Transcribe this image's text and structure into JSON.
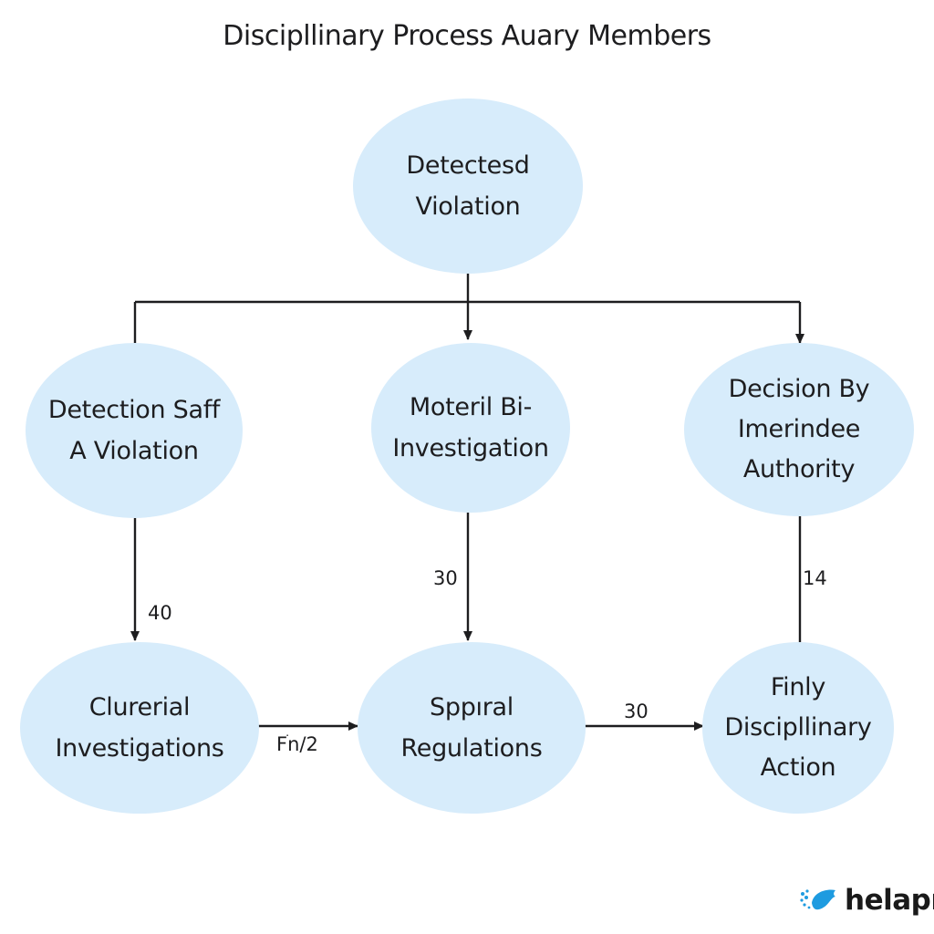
{
  "title": "Discipllinary Process Auary Members",
  "nodes": {
    "detected_violation": {
      "lines": [
        "Detectesd",
        "Violation"
      ]
    },
    "detection_staff": {
      "lines": [
        "Detection Saff",
        "A Violation"
      ]
    },
    "moteril_investigation": {
      "lines": [
        "Moteril Bi-",
        "Investigation"
      ]
    },
    "decision_authority": {
      "lines": [
        "Decision By",
        "Imerindee",
        "Authority"
      ]
    },
    "clurerial_investigations": {
      "lines": [
        "Clurerial",
        "Investigations"
      ]
    },
    "spprial_regulations": {
      "lines": [
        "Sppıral",
        "Regulations"
      ]
    },
    "finly_action": {
      "lines": [
        "Finly",
        "Discipllinary",
        "Action"
      ]
    }
  },
  "edge_labels": {
    "left_down": "40",
    "center_down": "30",
    "right_up": "14",
    "bottom_left_pair": "Fׄn/2",
    "bottom_right": "30"
  },
  "brand": {
    "name": "helapr",
    "icon": "bird-logo-icon",
    "color": "#1e9be0"
  },
  "colors": {
    "node_fill": "#d7ecfb",
    "line": "#1d1d1f"
  }
}
